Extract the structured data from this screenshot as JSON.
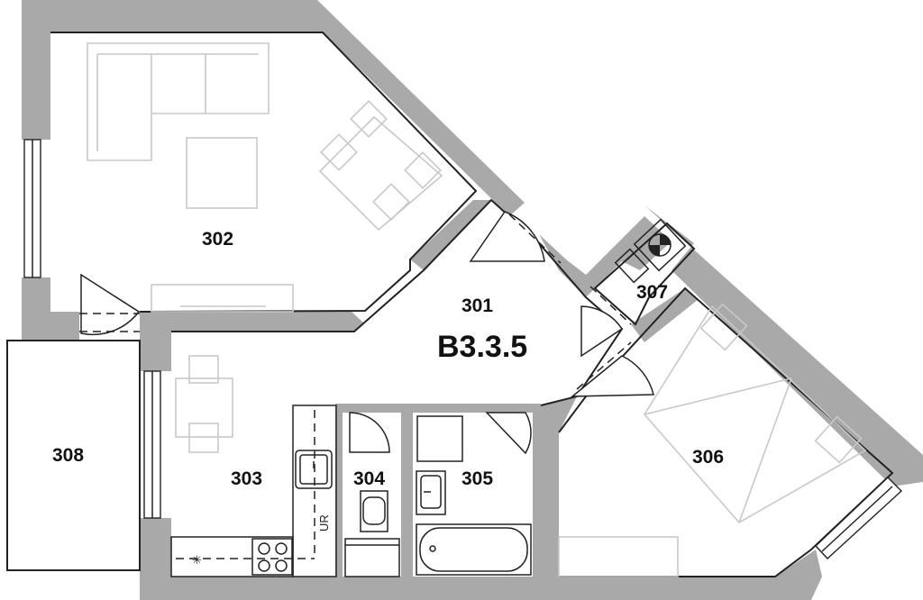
{
  "plan": {
    "unit_code": "B3.3.5",
    "rooms": [
      {
        "id": "301",
        "label": "301"
      },
      {
        "id": "302",
        "label": "302"
      },
      {
        "id": "303",
        "label": "303"
      },
      {
        "id": "304",
        "label": "304"
      },
      {
        "id": "305",
        "label": "305"
      },
      {
        "id": "306",
        "label": "306"
      },
      {
        "id": "307",
        "label": "307"
      },
      {
        "id": "308",
        "label": "308"
      }
    ],
    "annotations": {
      "ur": "UR",
      "fridge_symbol": "✳"
    },
    "colors": {
      "wall": "#a9a9a9",
      "line": "#222222",
      "furniture": "#c8c8c8"
    }
  }
}
